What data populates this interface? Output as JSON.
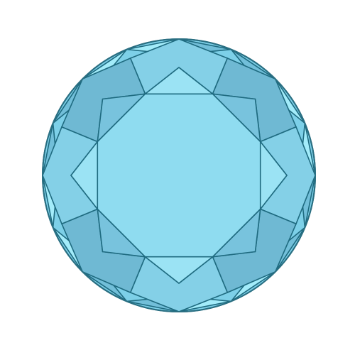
{
  "gem": {
    "name": "round-brilliant-cut-gemstone",
    "view": "top (table-up)",
    "colors": {
      "edge": "#1f6b80",
      "outline": "#2a6f82",
      "table": "#8fdcf0",
      "star_light": "#9be3f4",
      "star_dark": "#78c3dd",
      "bezel_light": "#84d0e7",
      "bezel_dark": "#6fb9d3",
      "upper_girdle_light": "#a3ecfa",
      "upper_girdle_dark": "#72bfd9",
      "girdle_ring": "#7dd0e8"
    },
    "facet_counts": {
      "table": 1,
      "star_facets": 8,
      "bezel_facets": 8,
      "upper_girdle_facets": 16
    }
  }
}
